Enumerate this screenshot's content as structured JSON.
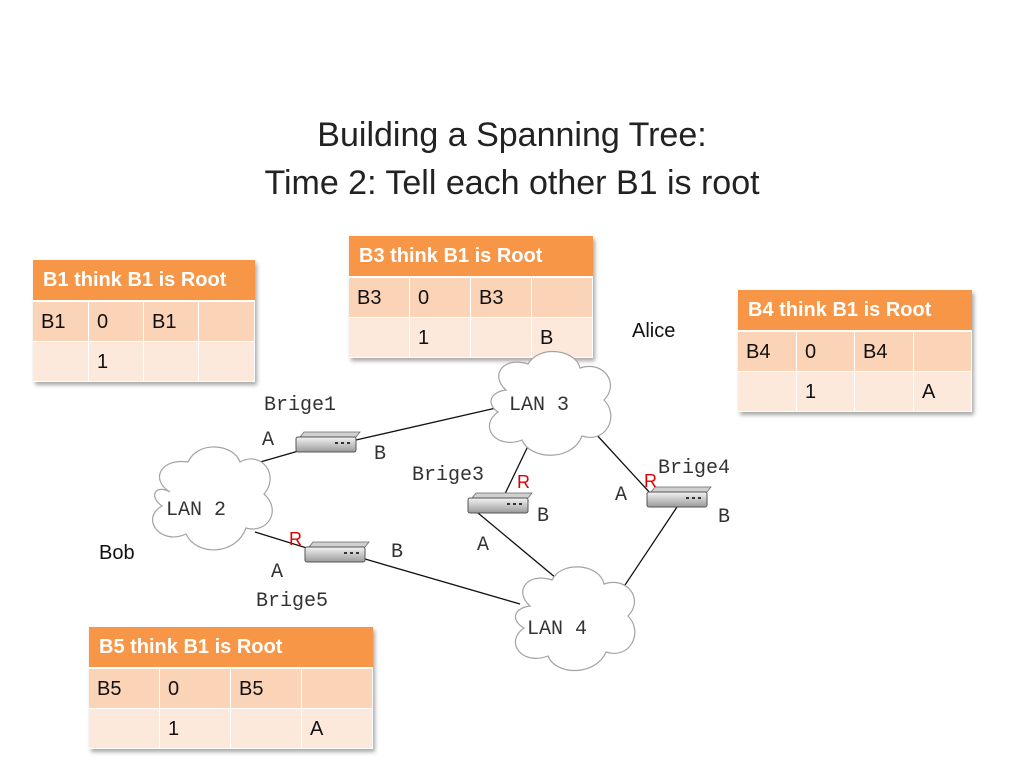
{
  "title": {
    "line1": "Building a Spanning Tree:",
    "line2": "Time 2: Tell each other B1 is root"
  },
  "tables": {
    "b1": {
      "header": "B1 think B1 is Root",
      "row1": [
        "B1",
        "0",
        "B1",
        ""
      ],
      "row2": [
        "",
        "1",
        "",
        ""
      ]
    },
    "b3": {
      "header": "B3 think B1 is Root",
      "row1": [
        "B3",
        "0",
        "B3",
        ""
      ],
      "row2": [
        "",
        "1",
        "",
        "B"
      ]
    },
    "b4": {
      "header": "B4 think B1 is Root",
      "row1": [
        "B4",
        "0",
        "B4",
        ""
      ],
      "row2": [
        "",
        "1",
        "",
        "A"
      ]
    },
    "b5": {
      "header": "B5 think B1 is Root",
      "row1": [
        "B5",
        "0",
        "B5",
        ""
      ],
      "row2": [
        "",
        "1",
        "",
        "A"
      ]
    }
  },
  "nodes": {
    "lan2": "LAN 2",
    "lan3": "LAN 3",
    "lan4": "LAN 4",
    "bridge1": "Brige1",
    "bridge3": "Brige3",
    "bridge4": "Brige4",
    "bridge5": "Brige5"
  },
  "ports": {
    "b1_a": "A",
    "b1_b": "B",
    "b3_r": "R",
    "b3_b": "B",
    "b3_a": "A",
    "b4_r": "R",
    "b4_a": "A",
    "b4_b": "B",
    "b5_r": "R",
    "b5_a": "A",
    "b5_b": "B"
  },
  "people": {
    "alice": "Alice",
    "bob": "Bob"
  },
  "colors": {
    "header": "#f79646",
    "row1": "#fbd3b7",
    "row2": "#fde9db",
    "root_port": "#e00000"
  }
}
